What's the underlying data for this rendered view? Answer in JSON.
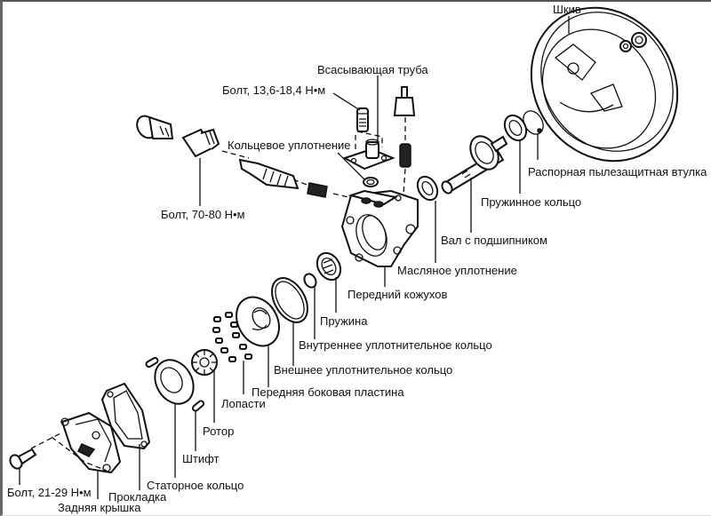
{
  "diagram": {
    "title": "Power steering pump exploded view",
    "labels": {
      "pulley": "Шкив",
      "suction_pipe": "Всасывающая труба",
      "bolt_13": "Болт, 13,6-18,4 Н•м",
      "o_ring": "Кольцевое уплотнение",
      "bolt_70": "Болт, 70-80 Н•м",
      "dust_spacer": "Распорная пылезащитная втулка",
      "snap_ring": "Пружинное кольцо",
      "shaft_bearing": "Вал с подшипником",
      "oil_seal": "Масляное уплотнение",
      "front_housing": "Передний кожухов",
      "spring": "Пружина",
      "inner_seal_ring": "Внутреннее уплотнительное кольцо",
      "outer_seal_ring": "Внешнее уплотнительное кольцо",
      "front_side_plate": "Передняя боковая пластина",
      "vanes": "Лопасти",
      "rotor": "Ротор",
      "pin": "Штифт",
      "cam_ring": "Статорное кольцо",
      "gasket": "Прокладка",
      "bolt_21": "Болт, 21-29 Н•м",
      "rear_cover": "Задняя крышка"
    }
  }
}
